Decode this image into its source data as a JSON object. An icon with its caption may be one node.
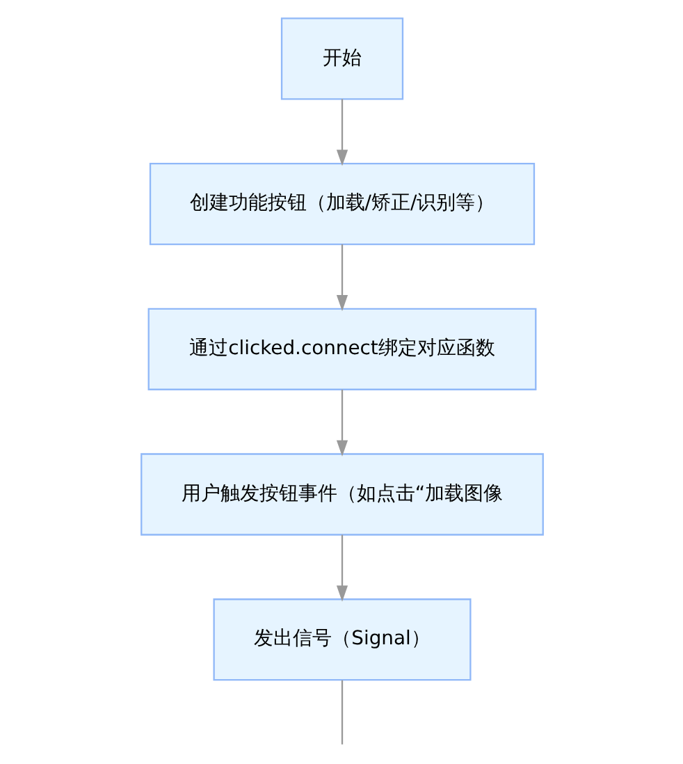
{
  "diagram": {
    "nodes": [
      {
        "text": [
          "开始"
        ]
      },
      {
        "text": [
          "创建功能按钮（加载/矫正/识别等）"
        ]
      },
      {
        "text": [
          "通过clicked.connect绑定对应函数"
        ]
      },
      {
        "text": [
          "用户触发按钮事件（如点击“加载图像"
        ]
      },
      {
        "text": [
          "发出信号（Signal）"
        ]
      }
    ],
    "edges": [
      {
        "from": 0,
        "to": 1,
        "arrow": "to"
      },
      {
        "from": 1,
        "to": 2,
        "arrow": "to"
      },
      {
        "from": 2,
        "to": 3,
        "arrow": "to"
      },
      {
        "from": 3,
        "to": 4,
        "arrow": "to"
      },
      {
        "from": 4,
        "to": null,
        "arrow": "none"
      }
    ]
  }
}
